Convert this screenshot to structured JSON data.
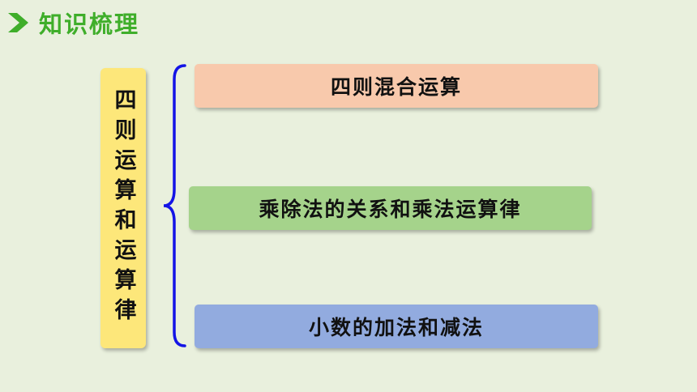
{
  "header": {
    "title": "知识梳理",
    "icon": "chevron-right-icon",
    "accent_color": "#3fae2a"
  },
  "main": {
    "vertical_title": "四则运算和运算律",
    "topics": [
      {
        "label": "四则混合运算",
        "color": "#f8c9ac"
      },
      {
        "label": "乘除法的关系和乘法运算律",
        "color": "#a5d38b"
      },
      {
        "label": "小数的加法和减法",
        "color": "#92abdf"
      }
    ],
    "brace_color": "#1414e6"
  }
}
